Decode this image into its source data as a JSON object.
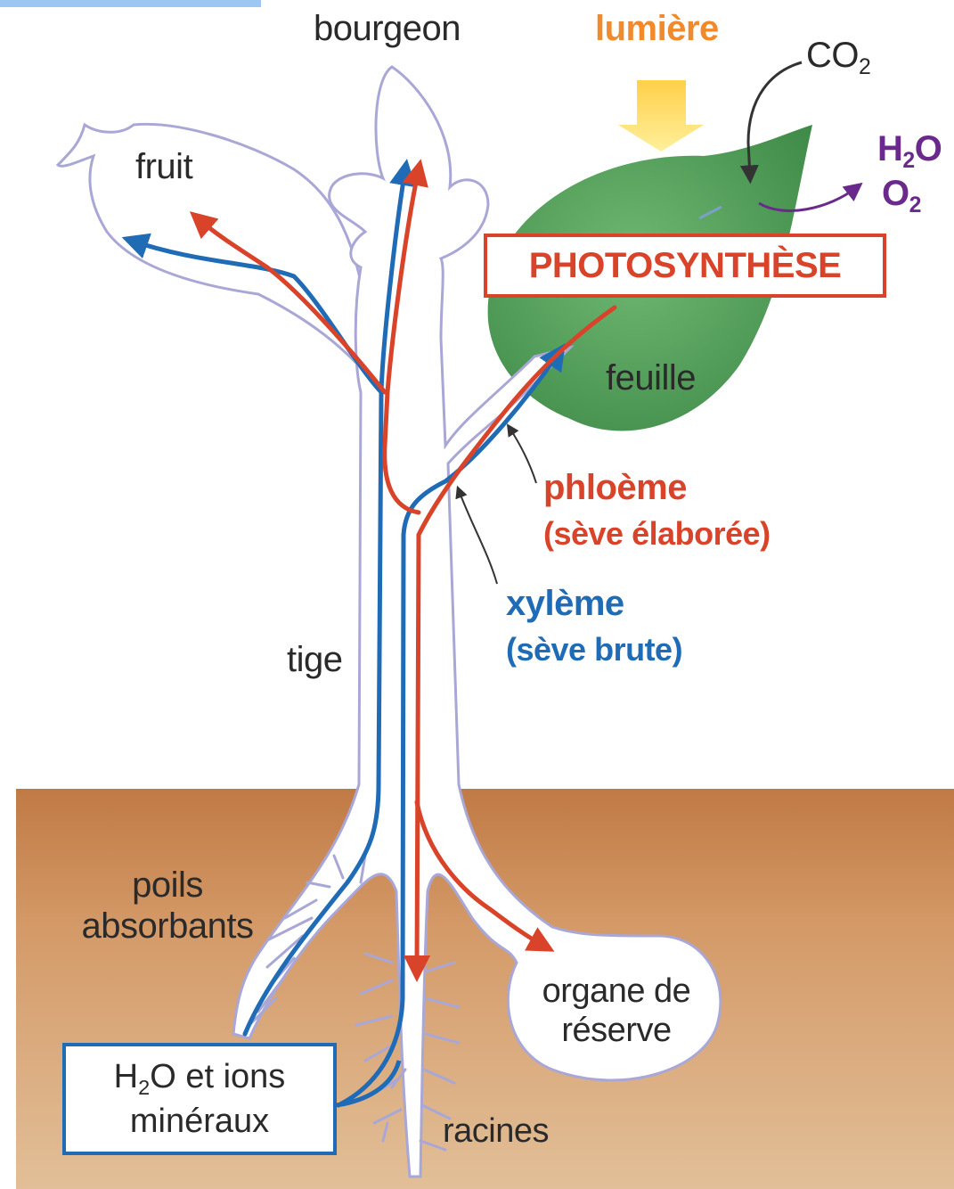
{
  "labels": {
    "bourgeon": "bourgeon",
    "lumiere": "lumière",
    "co2_main": "CO",
    "co2_sub": "2",
    "h2o_main_a": "H",
    "h2o_sub": "2",
    "h2o_main_b": "O",
    "o2_main": "O",
    "o2_sub": "2",
    "fruit": "fruit",
    "photosynthese": "PHOTOSYNTHÈSE",
    "feuille": "feuille",
    "phloeme": "phloème",
    "seve_elaboree": "(sève élaborée)",
    "xyleme": "xylème",
    "seve_brute": "(sève brute)",
    "tige": "tige",
    "poils_line1": "poils",
    "poils_line2": "absorbants",
    "organe_line1": "organe de",
    "organe_line2": "réserve",
    "racines": "racines",
    "box_line1_a": "H",
    "box_line1_sub": "2",
    "box_line1_b": "O et ions",
    "box_line2": "minéraux"
  },
  "colors": {
    "phloem": "#d9432a",
    "xylem": "#1f6bb5",
    "light": "#f08a2a",
    "gas_out": "#6a2a8c",
    "leaf": "#4a9a52",
    "soil": "#c98a55",
    "plant_outline": "#a9a7d6"
  }
}
